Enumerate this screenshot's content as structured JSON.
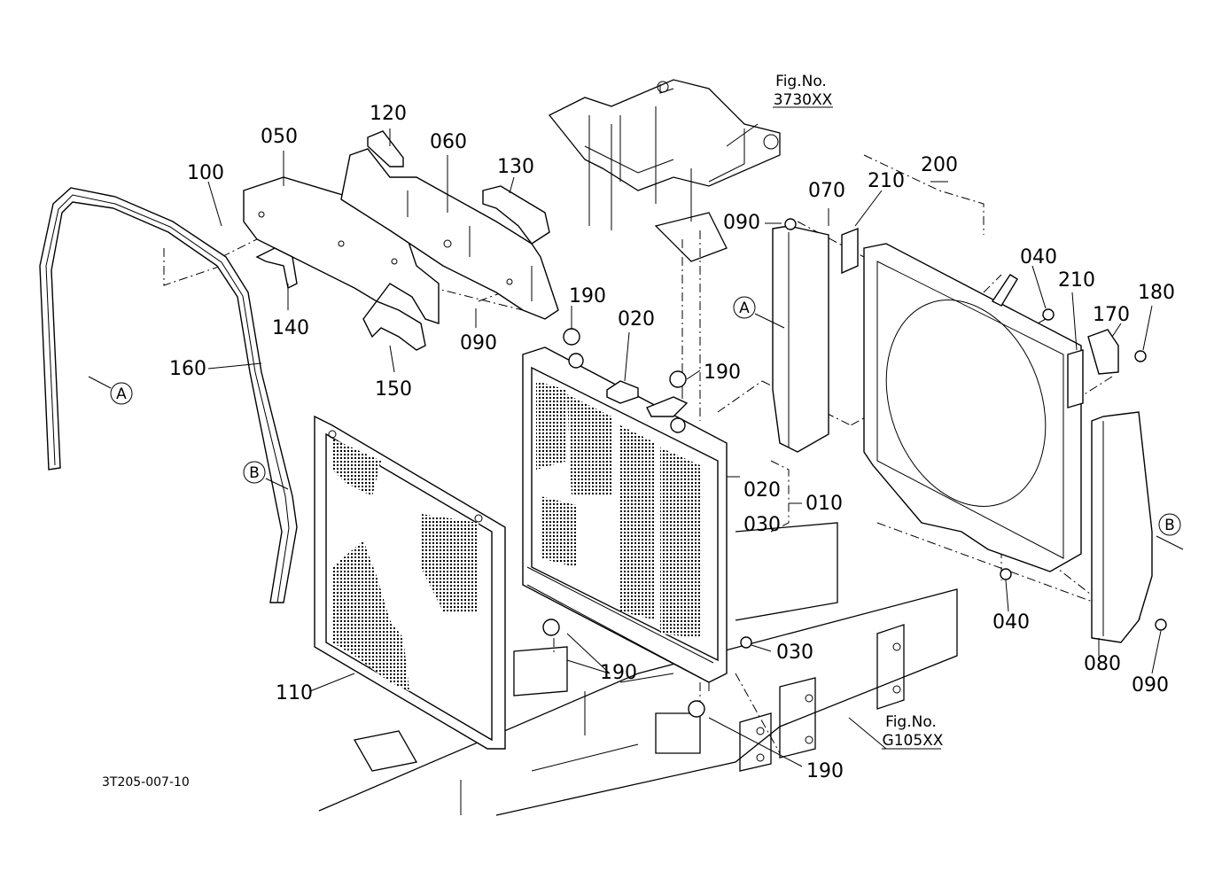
{
  "figure_code": "3T205-007-10",
  "references": [
    {
      "title": "Fig.No.",
      "number": "3730XX"
    },
    {
      "title": "Fig.No.",
      "number": "G105XX"
    }
  ],
  "part_labels": {
    "p010": "010",
    "p020a": "020",
    "p020b": "020",
    "p030a": "030",
    "p030b": "030",
    "p040a": "040",
    "p040b": "040",
    "p050": "050",
    "p060": "060",
    "p070": "070",
    "p080": "080",
    "p090a": "090",
    "p090b": "090",
    "p090c": "090",
    "p100": "100",
    "p110": "110",
    "p120": "120",
    "p130": "130",
    "p140": "140",
    "p150": "150",
    "p160": "160",
    "p170": "170",
    "p180": "180",
    "p190a": "190",
    "p190b": "190",
    "p190c": "190",
    "p190d": "190",
    "p200": "200",
    "p210a": "210",
    "p210b": "210"
  },
  "view_markers": {
    "a1": "A",
    "a2": "A",
    "b1": "B",
    "b2": "B"
  }
}
